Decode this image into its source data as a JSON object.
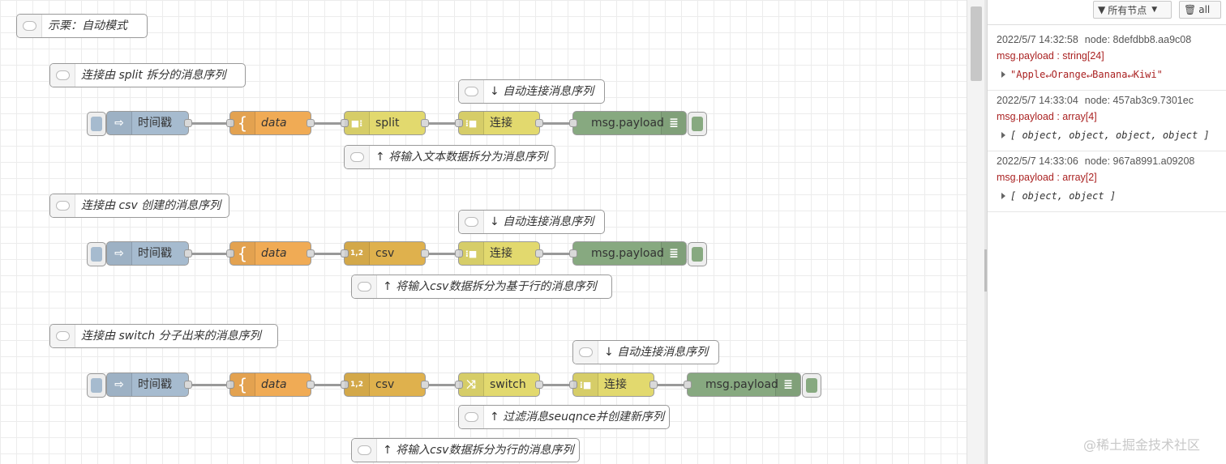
{
  "comments": {
    "example": "示栗：自动模式",
    "flow1_title": "连接由 split 拆分的消息序列",
    "flow1_auto": "↓ 自动连接消息序列",
    "flow1_note": "↑ 将输入文本数据拆分为消息序列",
    "flow2_title": "连接由 csv 创建的消息序列",
    "flow2_auto": "↓ 自动连接消息序列",
    "flow2_note": "↑ 将输入csv数据拆分为基于行的消息序列",
    "flow3_title": "连接由 switch 分子出来的消息序列",
    "flow3_auto": "↓ 自动连接消息序列",
    "flow3_filter": "↑ 过滤消息seuqnce并创建新序列",
    "flow3_note": "↑ 将输入csv数据拆分为行的消息序列"
  },
  "nodes": {
    "inject": "时间戳",
    "template": "data",
    "split": "split",
    "csv": "csv",
    "switch": "switch",
    "join": "连接",
    "debug": "msg.payload"
  },
  "sidebar": {
    "filter_label": "所有节点",
    "clear_label": "all",
    "messages": [
      {
        "time": "2022/5/7 14:32:58",
        "node": "node: 8defdbb8.aa9c08",
        "topic": "msg.payload : string[24]",
        "value": "\"Apple↵Orange↵Banana↵Kiwi\""
      },
      {
        "time": "2022/5/7 14:33:04",
        "node": "node: 457ab3c9.7301ec",
        "topic": "msg.payload : array[4]",
        "value": "[ object, object, object, object ]"
      },
      {
        "time": "2022/5/7 14:33:06",
        "node": "node: 967a8991.a09208",
        "topic": "msg.payload : array[2]",
        "value": "[ object, object ]"
      }
    ]
  },
  "watermark": "@稀土掘金技术社区",
  "colors": {
    "inject": "#a6bbcf",
    "template": "#f0ab55",
    "function_yellow": "#e2d96e",
    "csv": "#dfb14d",
    "debug": "#87a980",
    "topic_red": "#aa2222"
  }
}
